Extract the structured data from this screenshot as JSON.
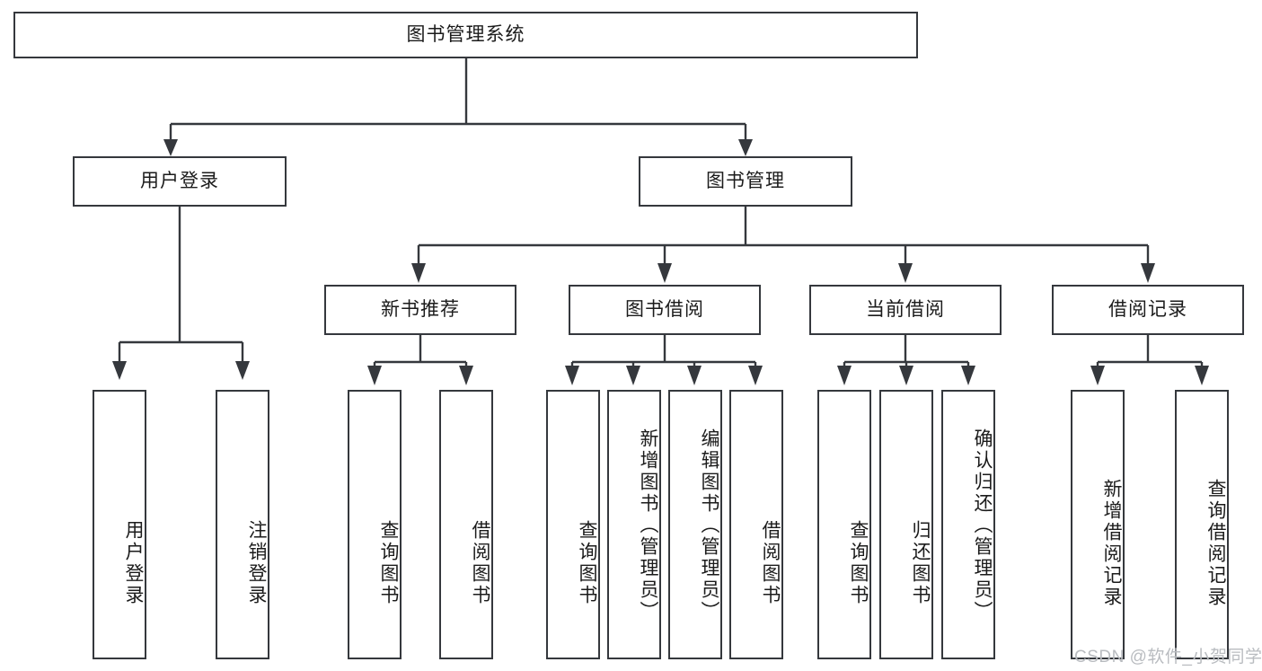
{
  "diagram": {
    "title_node": {
      "label": "图书管理系统"
    },
    "level1": [
      {
        "id": "user-login",
        "label": "用户登录"
      },
      {
        "id": "book-manage",
        "label": "图书管理"
      }
    ],
    "level2": [
      {
        "id": "new-book-recommend",
        "label": "新书推荐"
      },
      {
        "id": "book-borrow",
        "label": "图书借阅"
      },
      {
        "id": "current-borrow",
        "label": "当前借阅"
      },
      {
        "id": "borrow-record",
        "label": "借阅记录"
      }
    ],
    "leaves": {
      "user_login": [
        {
          "id": "leaf-user-login",
          "label": "用户登录"
        },
        {
          "id": "leaf-logout-login",
          "label": "注销登录"
        }
      ],
      "new_book_recommend": [
        {
          "id": "leaf-query-book-1",
          "label": "查询图书"
        },
        {
          "id": "leaf-borrow-book-1",
          "label": "借阅图书"
        }
      ],
      "book_borrow": [
        {
          "id": "leaf-query-book-2",
          "label": "查询图书"
        },
        {
          "id": "leaf-add-book-admin",
          "label": "新增图书（管理员）"
        },
        {
          "id": "leaf-edit-book-admin",
          "label": "编辑图书（管理员）"
        },
        {
          "id": "leaf-borrow-book-2",
          "label": "借阅图书"
        }
      ],
      "current_borrow": [
        {
          "id": "leaf-query-book-3",
          "label": "查询图书"
        },
        {
          "id": "leaf-return-book",
          "label": "归还图书"
        },
        {
          "id": "leaf-confirm-return-admin",
          "label": "确认归还（管理员）"
        }
      ],
      "borrow_record": [
        {
          "id": "leaf-add-borrow-record",
          "label": "新增借阅记录"
        },
        {
          "id": "leaf-query-borrow-record",
          "label": "查询借阅记录"
        }
      ]
    },
    "watermark": {
      "text": "CSDN @软件_小贺同学"
    },
    "colors": {
      "border": "#35383d",
      "background": "#ffffff",
      "text": "#1b1b1b",
      "watermark": "#b9bcc0"
    }
  }
}
